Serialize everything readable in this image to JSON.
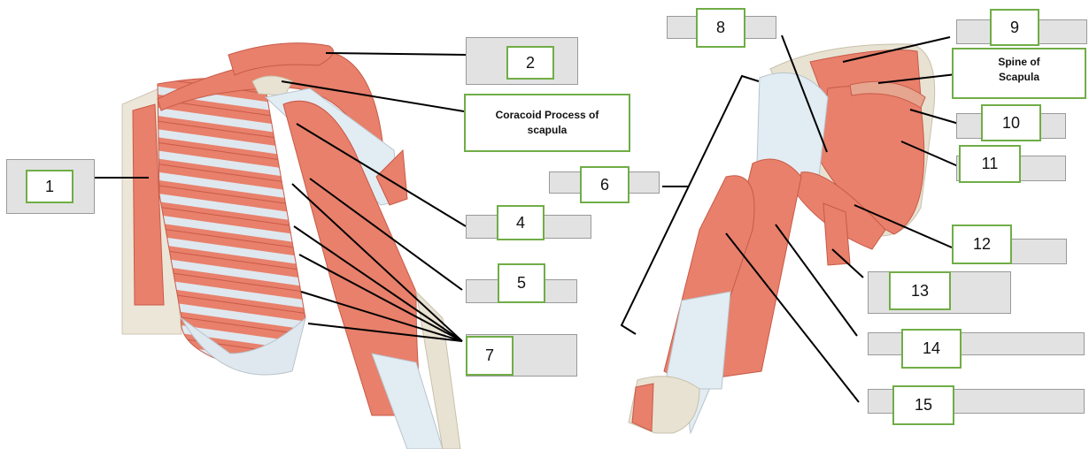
{
  "colors": {
    "muscle": "#e8806b",
    "muscle_dark": "#c85a48",
    "tendon": "#e2ecf3",
    "bone": "#e8e2d2",
    "box_border": "#70ad47",
    "box_fill": "#e2e2e2"
  },
  "labels": {
    "n1": "1",
    "n2": "2",
    "coracoid": "Coracoid Process of scapula",
    "n4": "4",
    "n5": "5",
    "n6": "6",
    "n7": "7",
    "n8": "8",
    "n9": "9",
    "spine": "Spine of Scapula",
    "n10": "10",
    "n11": "11",
    "n12": "12",
    "n13": "13",
    "n14": "14",
    "n15": "15"
  }
}
